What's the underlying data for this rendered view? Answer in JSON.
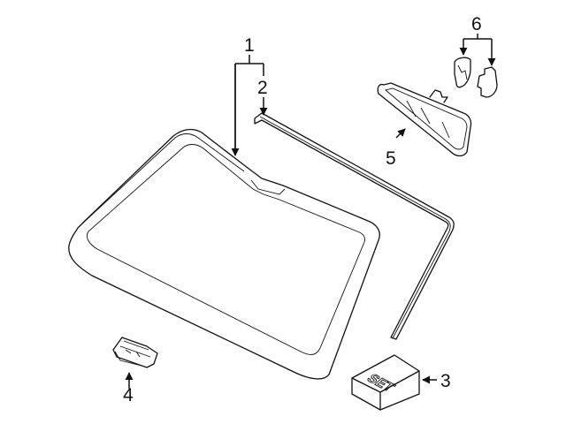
{
  "diagram": {
    "type": "exploded parts diagram",
    "subject": "Windshield glass and related components",
    "background": "#ffffff",
    "line_color": "#111111"
  },
  "callouts": [
    {
      "number": "1",
      "part": "windshield-glass"
    },
    {
      "number": "2",
      "part": "windshield-molding"
    },
    {
      "number": "3",
      "part": "adhesive-urethane-kit"
    },
    {
      "number": "4",
      "part": "glass-spacer-clip"
    },
    {
      "number": "5",
      "part": "rear-view-mirror"
    },
    {
      "number": "6",
      "part": "mirror-mount-covers"
    }
  ],
  "labels": {
    "set_box_text": "SET"
  }
}
